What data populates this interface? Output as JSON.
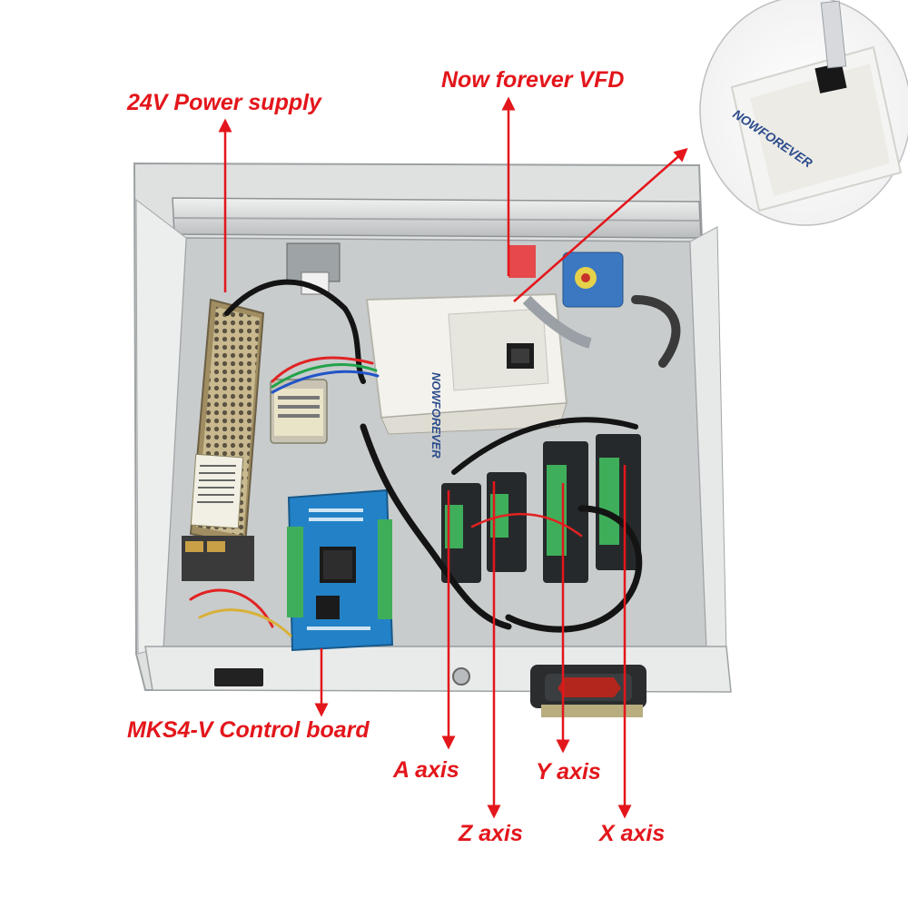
{
  "labels": {
    "power_supply": "24V Power supply",
    "vfd": "Now forever VFD",
    "control_board": "MKS4-V Control board",
    "a_axis": "A axis",
    "y_axis": "Y axis",
    "z_axis": "Z axis",
    "x_axis": "X axis"
  },
  "vfd_brand": "NOWFOREVER",
  "colors": {
    "annotation": "#e3161b",
    "chassis": "#d6d8d8",
    "vfd_body": "#f2f1ec",
    "control_board": "#1f7fc4",
    "terminal": "#3fae5a",
    "driver_body": "#26292b",
    "psu_mesh": "#b9a57a"
  }
}
